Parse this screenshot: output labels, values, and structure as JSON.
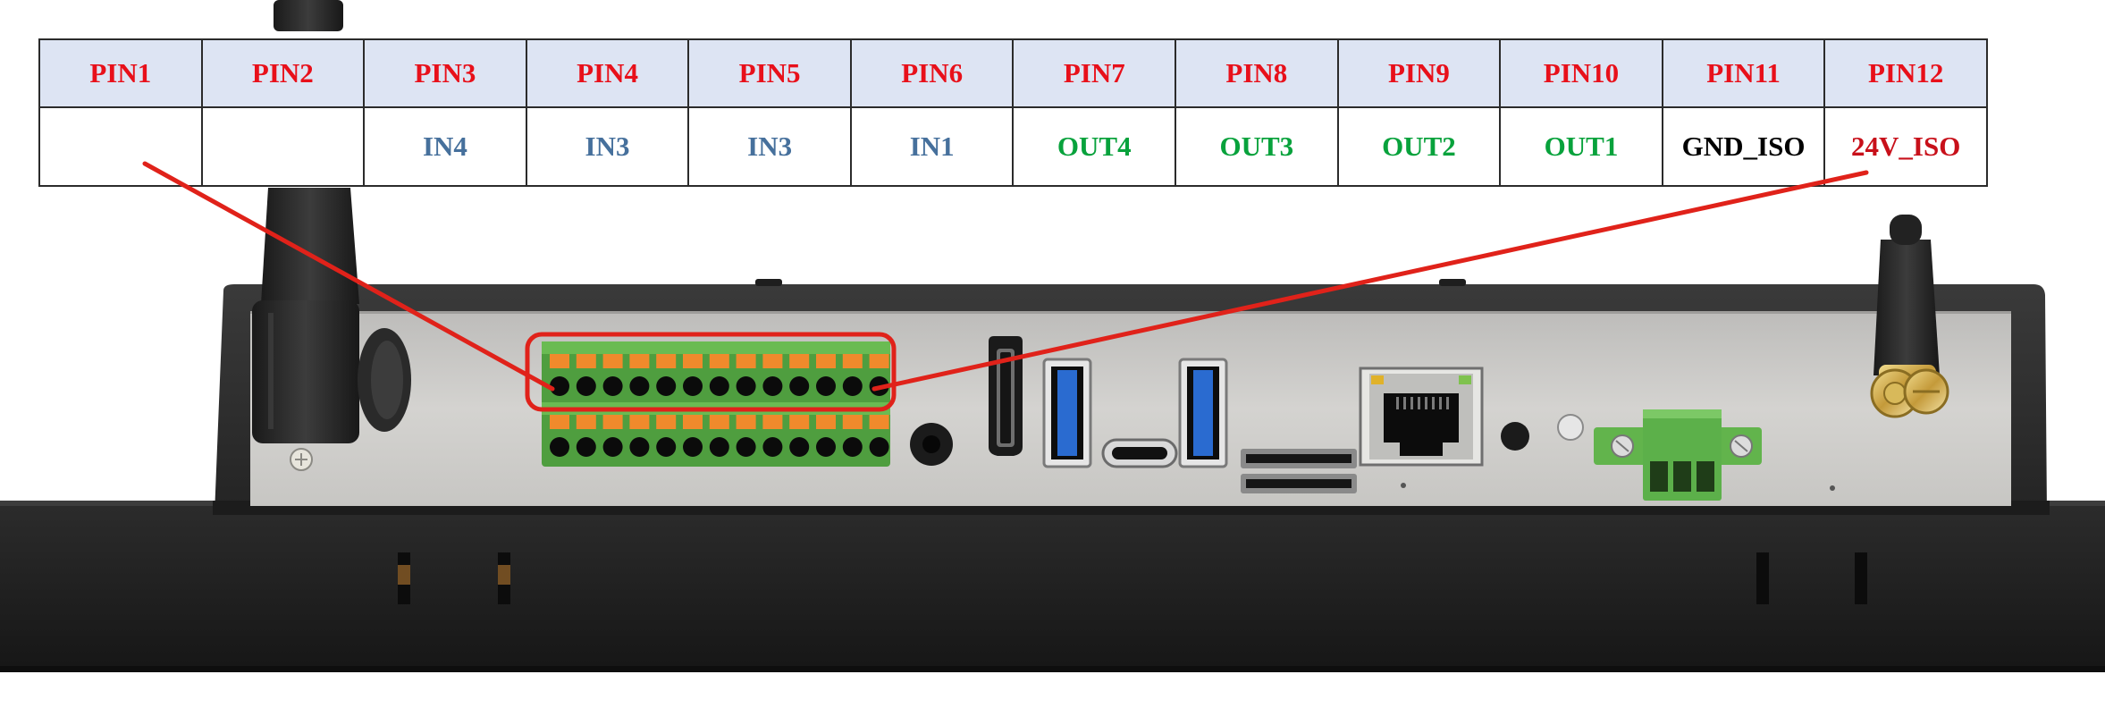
{
  "pin_table": {
    "headers": [
      "PIN1",
      "PIN2",
      "PIN3",
      "PIN4",
      "PIN5",
      "PIN6",
      "PIN7",
      "PIN8",
      "PIN9",
      "PIN10",
      "PIN11",
      "PIN12"
    ],
    "signals": [
      "",
      "",
      "IN4",
      "IN3",
      "IN3",
      "IN1",
      "OUT4",
      "OUT3",
      "OUT2",
      "OUT1",
      "GND_ISO",
      "24V_ISO"
    ],
    "signal_colors": [
      "#000000",
      "#000000",
      "#46709c",
      "#46709c",
      "#46709c",
      "#46709c",
      "#08a23c",
      "#08a23c",
      "#08a23c",
      "#08a23c",
      "#000000",
      "#c8101a"
    ],
    "header_color": "#e8101a",
    "header_background": "#dde4f3"
  },
  "colors": {
    "callout_line": "#e0221a",
    "panel": "#cdccc9",
    "chassis": "#232323",
    "terminal_green": "#5cb04a",
    "terminal_orange": "#f08a2c",
    "usb_blue": "#2a6bd0"
  },
  "icons": {
    "antenna": "antenna-icon",
    "terminal": "terminal-block-icon",
    "audio": "audio-jack-icon",
    "hdmi": "hdmi-port-icon",
    "usb": "usb-port-icon",
    "usbc": "usb-c-port-icon",
    "sd": "sd-card-slot-icon",
    "rj45": "ethernet-port-icon",
    "power": "power-connector-icon",
    "sma": "sma-connector-icon"
  }
}
